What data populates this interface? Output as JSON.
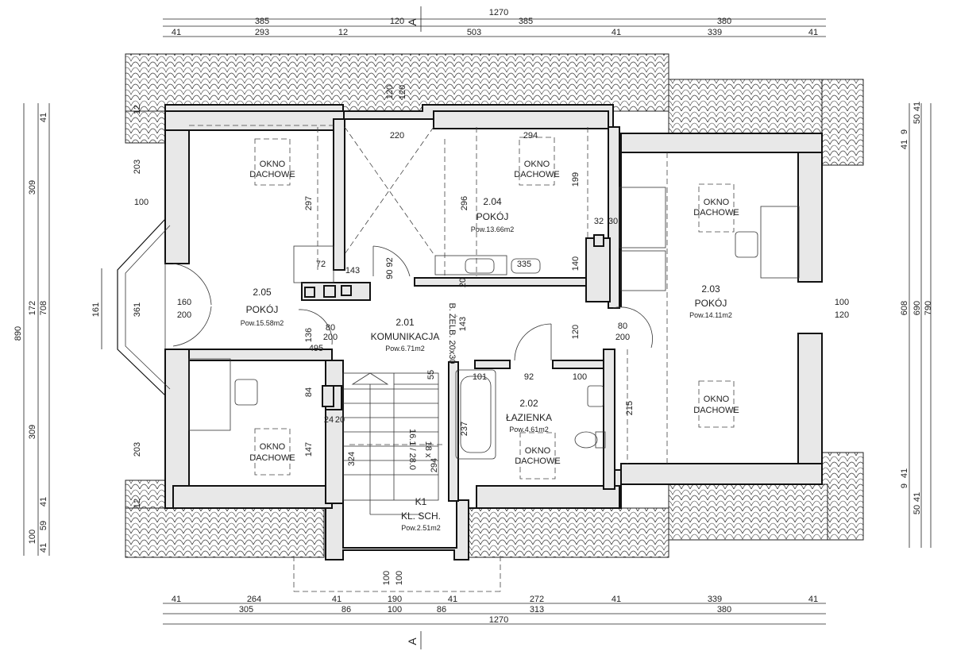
{
  "section_marker": "A",
  "top_dims": {
    "row1": [
      "385",
      "120",
      "385",
      "380"
    ],
    "row0_total": "1270",
    "row2": [
      "41",
      "293",
      "12",
      "503",
      "41",
      "339",
      "41"
    ]
  },
  "bottom_dims": {
    "row1": [
      "41",
      "264",
      "41",
      "190",
      "41",
      "272",
      "41",
      "339",
      "41"
    ],
    "row2": [
      "305",
      "86",
      "100",
      "86",
      "313",
      "380"
    ],
    "total": "1270"
  },
  "left_dims": {
    "outer_total": "890",
    "col2": [
      "309",
      "708",
      "309"
    ],
    "col3": [
      "41",
      "172",
      "41",
      "100",
      "59",
      "41",
      "100",
      "41"
    ],
    "window_161": "161"
  },
  "right_dims": {
    "outer": "790",
    "col": [
      "690",
      "608"
    ],
    "small": [
      "41",
      "9",
      "41",
      "50",
      "41",
      "9",
      "41",
      "50"
    ]
  },
  "rooms": {
    "r205": {
      "number": "2.05",
      "name": "POKÓJ",
      "area": "Pow.15.58m2"
    },
    "r204": {
      "number": "2.04",
      "name": "POKÓJ",
      "area": "Pow.13.66m2"
    },
    "r203": {
      "number": "2.03",
      "name": "POKÓJ",
      "area": "Pow.14.11m2"
    },
    "r201": {
      "number": "2.01",
      "name": "KOMUNIKACJA",
      "area": "Pow.6.71m2"
    },
    "r202": {
      "number": "2.02",
      "name": "ŁAZIENKA",
      "area": "Pow.4.61m2"
    },
    "k1": {
      "number": "K1",
      "name": "KL. SCH.",
      "area": "Pow.2.51m2"
    }
  },
  "roof_window": {
    "line1": "OKNO",
    "line2": "DACHOWE"
  },
  "interior_dims": {
    "d220": "220",
    "d294": "294",
    "d199": "199",
    "d297": "297",
    "d296": "296",
    "d203a": "203",
    "d203b": "203",
    "d100": "100",
    "d72": "72",
    "d335": "335",
    "d140": "140",
    "d20a": "20",
    "d32": "32",
    "d30": "30",
    "d160": "160",
    "d200a": "200",
    "d361": "361",
    "d80": "80",
    "d200b": "200",
    "d136": "136",
    "d495": "495",
    "d143a": "143",
    "d143b": "143",
    "d120a": "120",
    "d80b": "80",
    "d200c": "200",
    "d100r": "100",
    "d120r": "120",
    "d101": "101",
    "d92": "92",
    "d100b": "100",
    "d55": "55",
    "d84": "84",
    "d24": "24",
    "d20b": "20",
    "d147": "147",
    "d324": "324",
    "d237": "237",
    "d215": "215",
    "d294b": "294",
    "d120top1": "120",
    "d120top2": "120",
    "d100bot1": "100",
    "d100bot2": "100",
    "d12a": "12",
    "d12b": "12",
    "d9692": "90 92"
  },
  "beam_label": "B. ŻELB. 20x30",
  "stair_label": "16.1 / 28.0",
  "stair_count": "18 x"
}
